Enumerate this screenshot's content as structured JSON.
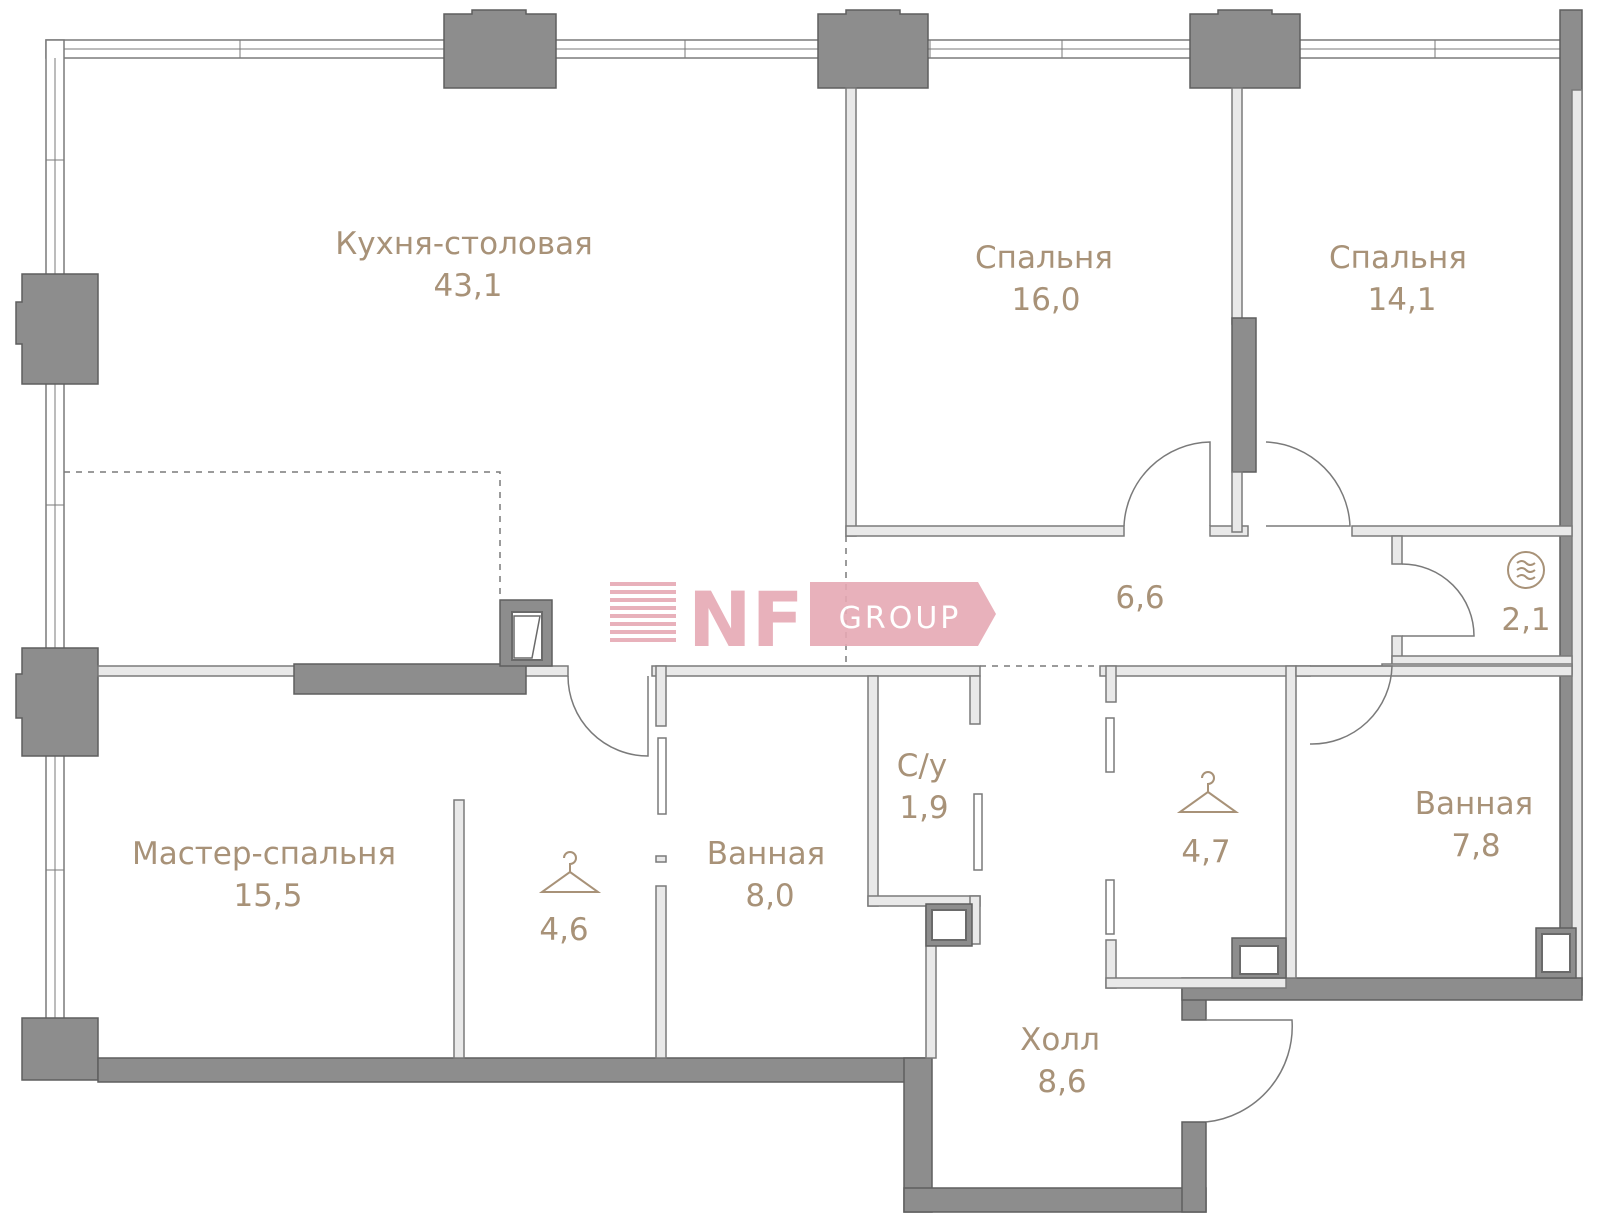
{
  "rooms": {
    "kitchen": {
      "name": "Кухня-столовая",
      "area": "43,1"
    },
    "bedroom1": {
      "name": "Спальня",
      "area": "16,0"
    },
    "bedroom2": {
      "name": "Спальня",
      "area": "14,1"
    },
    "corridor": {
      "area": "6,6"
    },
    "laundry": {
      "area": "2,1"
    },
    "master_bedroom": {
      "name": "Мастер-спальня",
      "area": "15,5"
    },
    "wardrobe1": {
      "area": "4,6"
    },
    "bathroom1": {
      "name": "Ванная",
      "area": "8,0"
    },
    "wc": {
      "name": "С/у",
      "area": "1,9"
    },
    "wardrobe2": {
      "area": "4,7"
    },
    "bathroom2": {
      "name": "Ванная",
      "area": "7,8"
    },
    "hall": {
      "name": "Холл",
      "area": "8,6"
    }
  },
  "logo": {
    "mark": "NF",
    "text": "GROUP",
    "color": "#e6a9b4"
  },
  "colors": {
    "label": "#a89278",
    "wall": "#8d8d8d"
  }
}
